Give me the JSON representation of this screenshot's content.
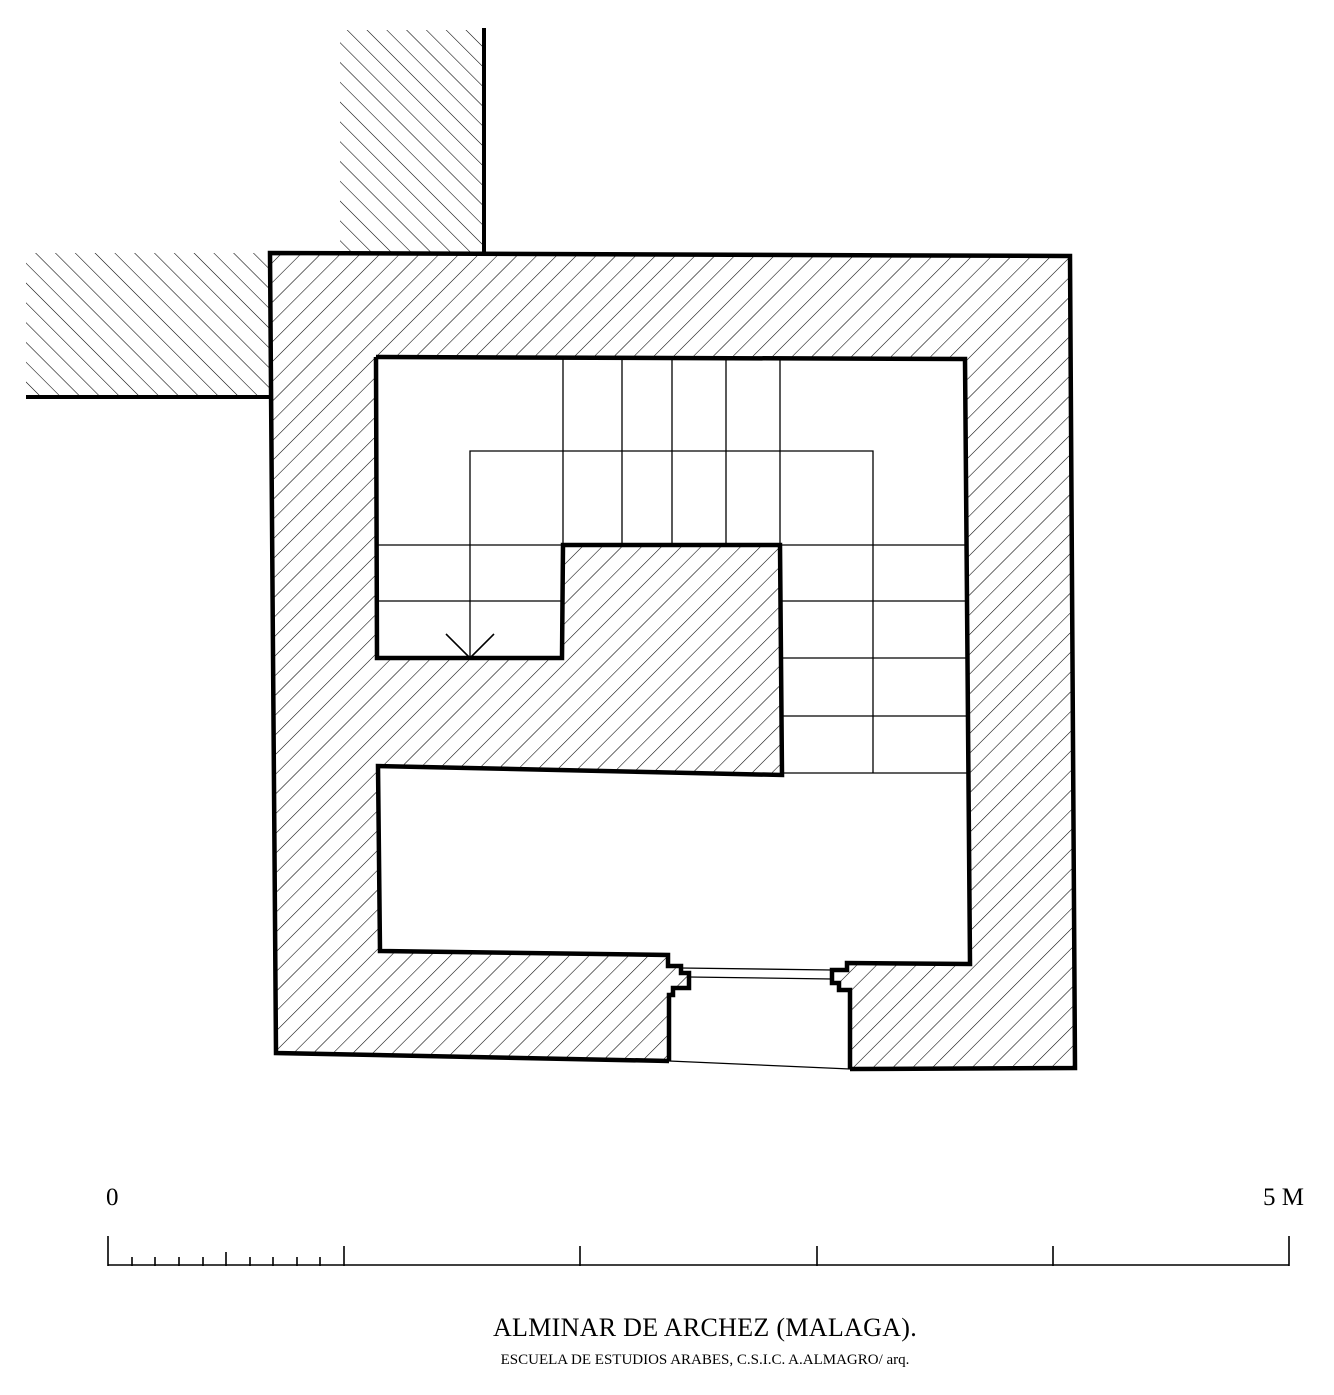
{
  "scale": {
    "start_label": "0",
    "end_label": "5 M"
  },
  "caption": {
    "title": "ALMINAR DE ARCHEZ (MALAGA).",
    "credit": "ESCUELA DE ESTUDIOS ARABES, C.S.I.C. A.ALMAGRO/ arq."
  },
  "colors": {
    "ink": "#000000",
    "paper": "#ffffff"
  }
}
